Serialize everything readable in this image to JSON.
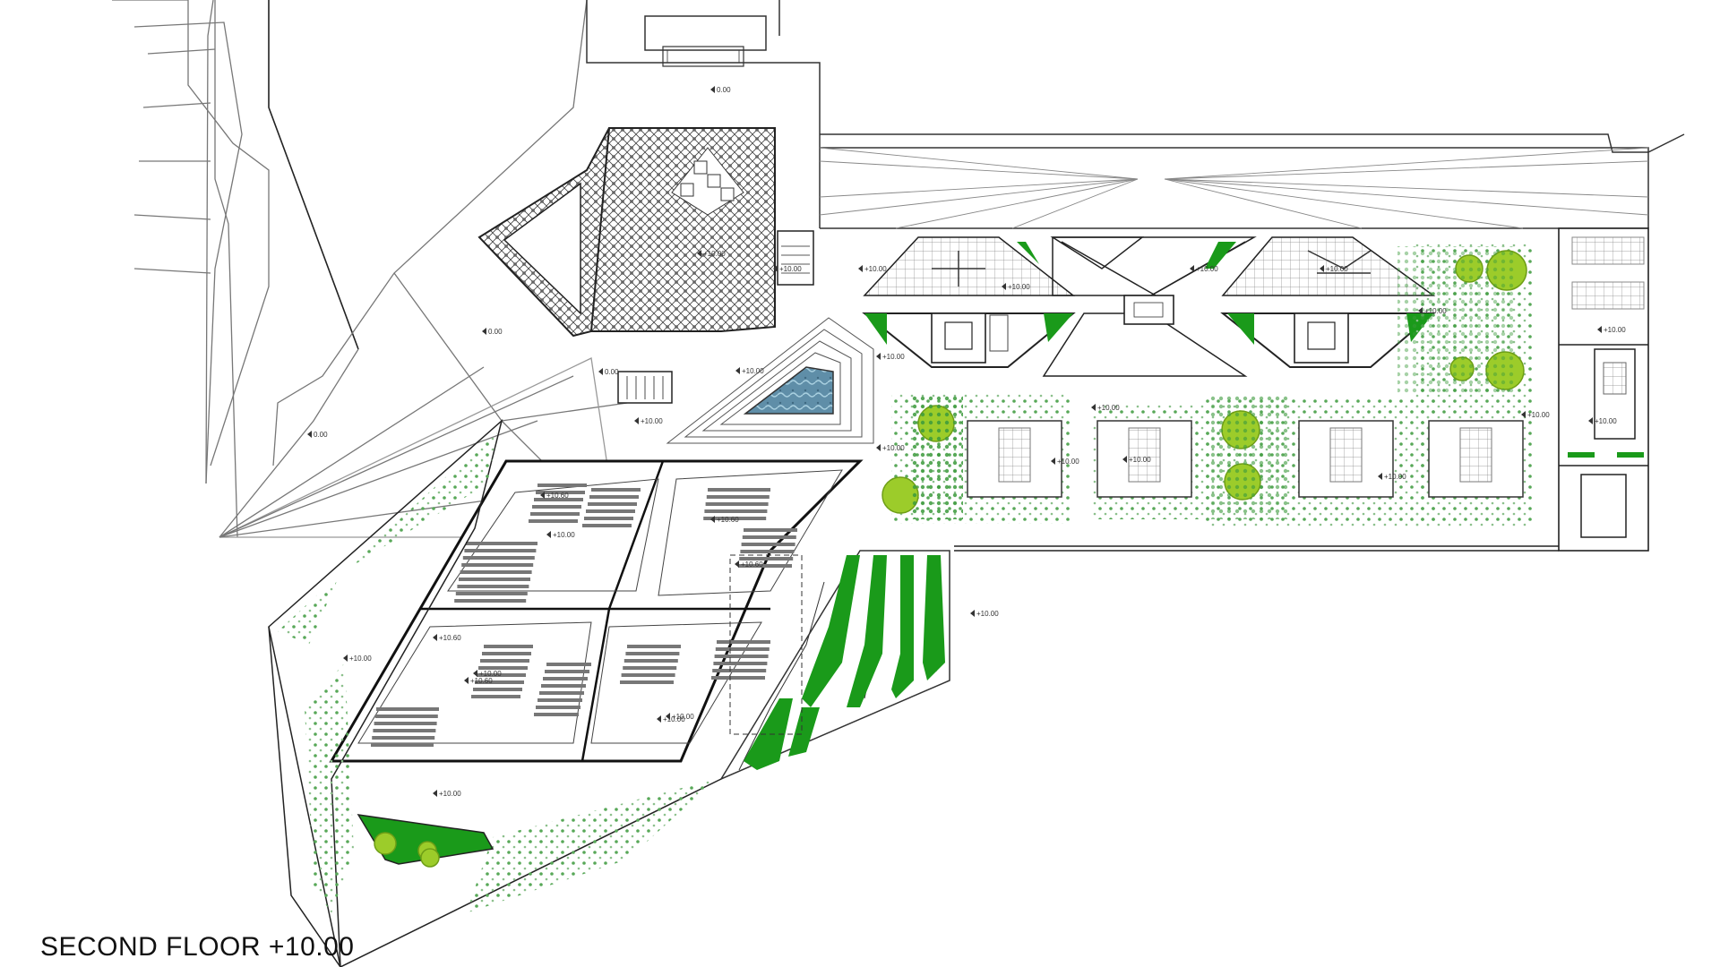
{
  "title": "SECOND FLOOR +10.00",
  "colors": {
    "green": "#1a9a1a",
    "tree": "#9ccc2a",
    "treeEdge": "#6e9e16",
    "wall": "#111111",
    "line": "#555555",
    "water": "#5f8ea8",
    "dot": "#3c9a3c"
  },
  "levels": [
    {
      "id": "l1",
      "text": "0.00"
    },
    {
      "id": "l2",
      "text": "+10.00"
    },
    {
      "id": "l3",
      "text": "+10.00"
    },
    {
      "id": "l4",
      "text": "0.00"
    },
    {
      "id": "l5",
      "text": "0.00"
    },
    {
      "id": "l6",
      "text": "0.00"
    },
    {
      "id": "l7",
      "text": "+10.00"
    },
    {
      "id": "l8",
      "text": "+10.00"
    },
    {
      "id": "l9",
      "text": "+10.00"
    },
    {
      "id": "l10",
      "text": "+10.00"
    },
    {
      "id": "l11",
      "text": "+10.00"
    },
    {
      "id": "l12",
      "text": "+10.00"
    },
    {
      "id": "l13",
      "text": "+10.00"
    },
    {
      "id": "l14",
      "text": "+10.00"
    },
    {
      "id": "l15",
      "text": "+10.00"
    },
    {
      "id": "l16",
      "text": "+10.00"
    },
    {
      "id": "l17",
      "text": "+10.00"
    },
    {
      "id": "l18",
      "text": "+10.00"
    },
    {
      "id": "l19",
      "text": "+10.00"
    },
    {
      "id": "l20",
      "text": "+10.00"
    },
    {
      "id": "l21",
      "text": "+10.60"
    },
    {
      "id": "l22",
      "text": "+10.60"
    },
    {
      "id": "l23",
      "text": "+10.00"
    },
    {
      "id": "l24",
      "text": "+10.60"
    },
    {
      "id": "l25",
      "text": "+10.60"
    },
    {
      "id": "l26",
      "text": "+10.00"
    },
    {
      "id": "l27",
      "text": "+10.00"
    },
    {
      "id": "l28",
      "text": "+10.60"
    },
    {
      "id": "l29",
      "text": "+10.00"
    },
    {
      "id": "l30",
      "text": "+10.00"
    },
    {
      "id": "l31",
      "text": "+10.00"
    },
    {
      "id": "l32",
      "text": "+10.00"
    },
    {
      "id": "l33",
      "text": "+10.00"
    },
    {
      "id": "l34",
      "text": "+10.00"
    }
  ]
}
